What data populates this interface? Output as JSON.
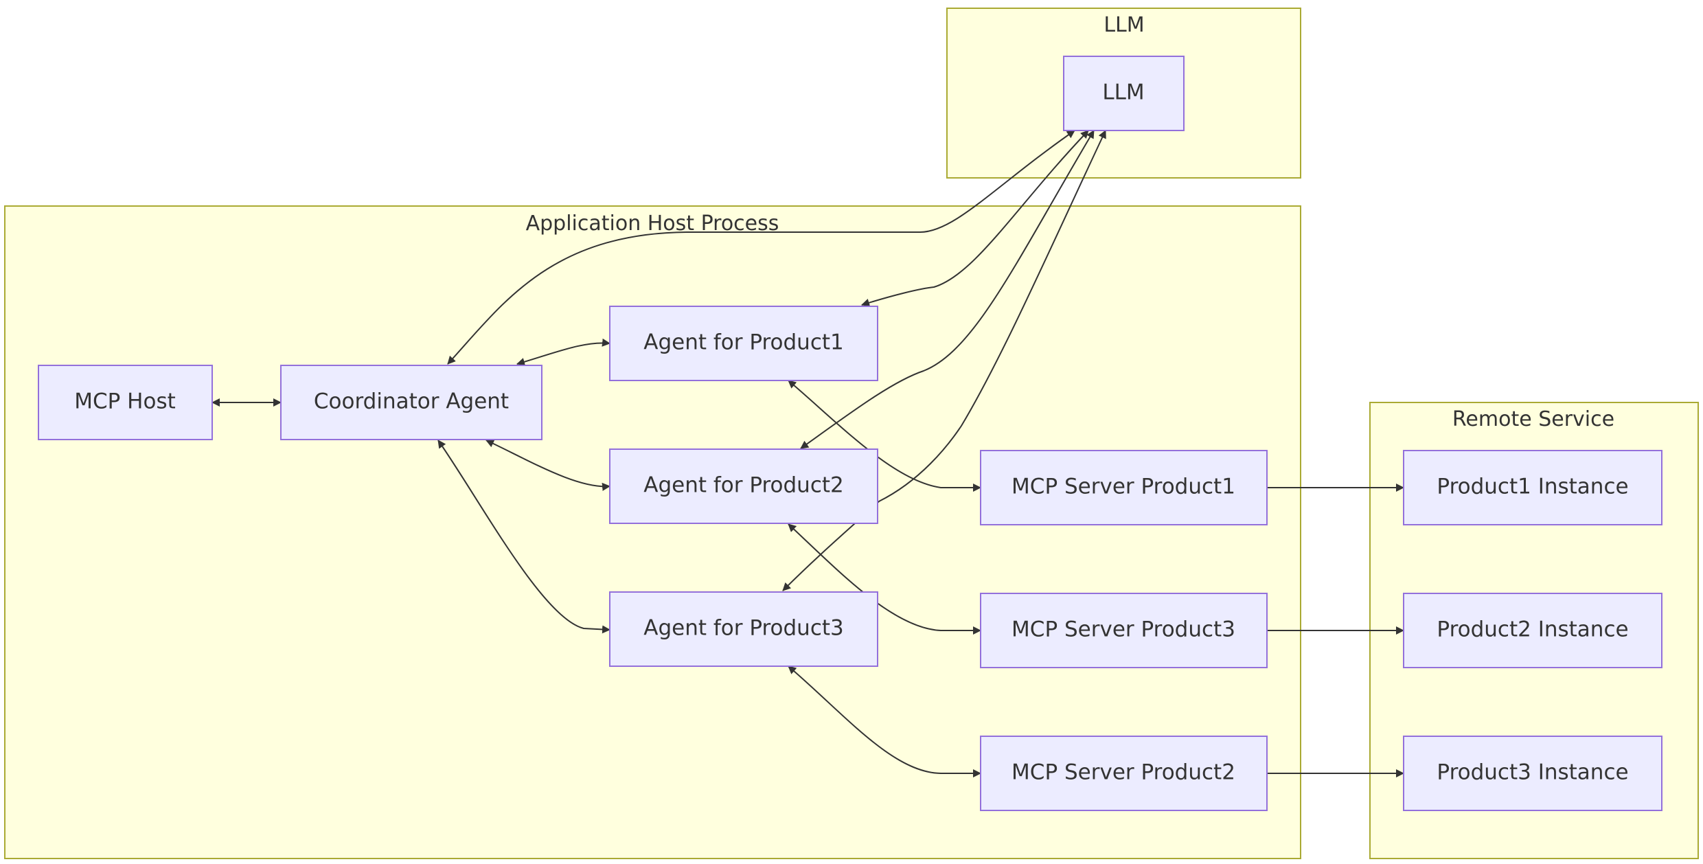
{
  "clusters": {
    "llm": "LLM",
    "app_host": "Application Host Process",
    "remote": "Remote Service"
  },
  "nodes": {
    "llm": "LLM",
    "mcp_host": "MCP Host",
    "coordinator": "Coordinator Agent",
    "agent1": "Agent for Product1",
    "agent2": "Agent for Product2",
    "agent3": "Agent for Product3",
    "server1": "MCP Server Product1",
    "server3": "MCP Server Product3",
    "server2": "MCP Server Product2",
    "inst1": "Product1 Instance",
    "inst2": "Product2 Instance",
    "inst3": "Product3 Instance"
  },
  "colors": {
    "cluster_fill": "#ffffde",
    "cluster_stroke": "#aaaa33",
    "node_fill": "#ececff",
    "node_stroke": "#9370db",
    "edge": "#333333",
    "text": "#333333"
  }
}
